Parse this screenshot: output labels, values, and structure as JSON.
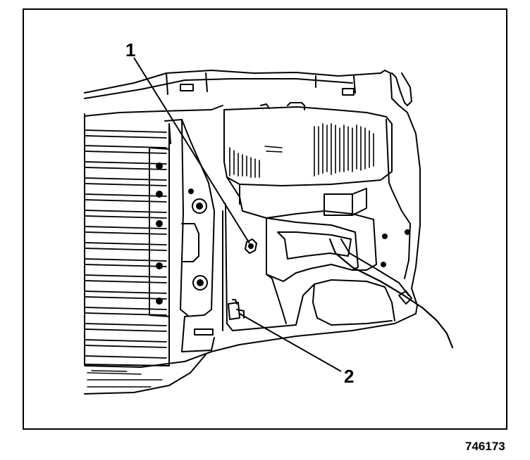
{
  "diagram": {
    "callouts": [
      {
        "id": "1",
        "label": "1"
      },
      {
        "id": "2",
        "label": "2"
      }
    ],
    "figure_number": "746173",
    "colors": {
      "ink": "#000000",
      "paper": "#ffffff"
    }
  }
}
